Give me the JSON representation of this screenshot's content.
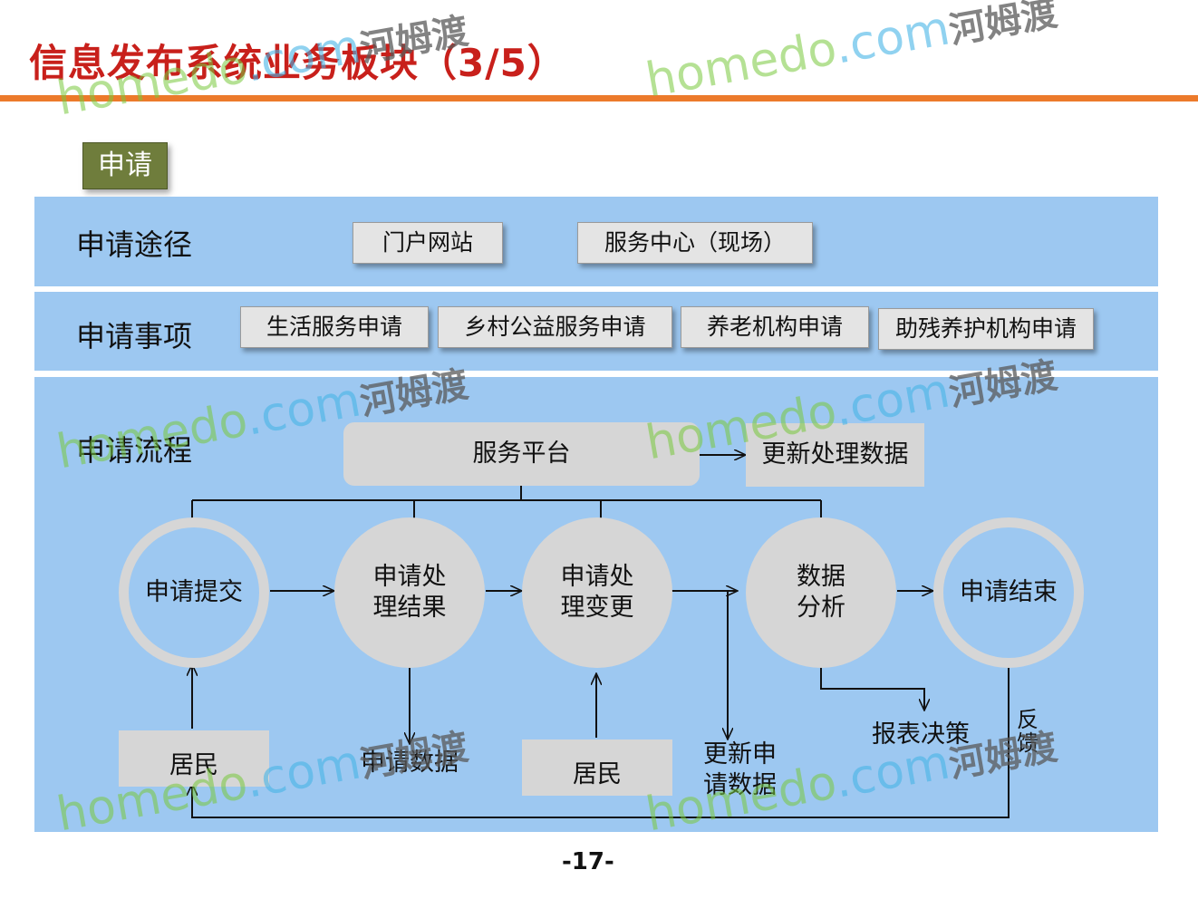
{
  "title": "信息发布系统业务板块（3/5）",
  "section_tag": "申请",
  "bands": {
    "channels": {
      "label": "申请途径",
      "items": [
        "门户网站",
        "服务中心（现场）"
      ]
    },
    "matters": {
      "label": "申请事项",
      "items": [
        "生活服务申请",
        "乡村公益服务申请",
        "养老机构申请",
        "助残养护机构申请"
      ]
    },
    "process": {
      "label": "申请流程"
    }
  },
  "flow": {
    "platform": "服务平台",
    "update_processing": "更新处理数据",
    "submit": "申请提交",
    "result_line1": "申请处",
    "result_line2": "理结果",
    "change_line1": "申请处",
    "change_line2": "理变更",
    "analysis_line1": "数据",
    "analysis_line2": "分析",
    "end": "申请结束",
    "resident_1": "居民",
    "resident_2": "居民",
    "app_data": "申请数据",
    "update_app_line1": "更新申",
    "update_app_line2": "请数据",
    "report": "报表决策",
    "feedback_line1": "反",
    "feedback_line2": "馈"
  },
  "page_number": "-17-",
  "watermark": {
    "latin": "homedo",
    "com": ".com",
    "cn": "河姆渡"
  }
}
